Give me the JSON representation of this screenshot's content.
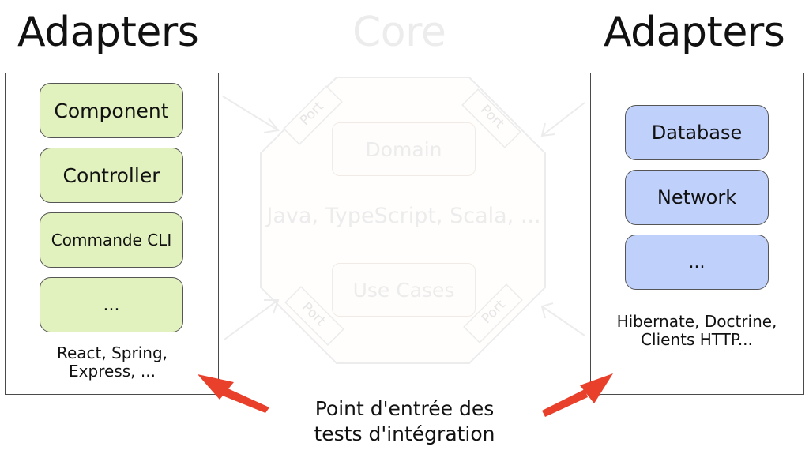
{
  "titles": {
    "left": "Adapters",
    "center": "Core",
    "right": "Adapters"
  },
  "left_adapters": {
    "items": [
      "Component",
      "Controller",
      "Commande CLI",
      "..."
    ],
    "caption_line1": "React, Spring,",
    "caption_line2": "Express, ..."
  },
  "right_adapters": {
    "items": [
      "Database",
      "Network",
      "..."
    ],
    "caption_line1": "Hibernate, Doctrine,",
    "caption_line2": "Clients HTTP..."
  },
  "core": {
    "domain": "Domain",
    "languages": "Java, TypeScript, Scala, ...",
    "use_cases": "Use Cases",
    "port_label": "Port"
  },
  "annotation": {
    "line1": "Point d'entrée des",
    "line2": "tests d'intégration"
  },
  "colors": {
    "adapter_left": "#e1f2bf",
    "adapter_right": "#bfd0fa",
    "arrow": "#e8402a"
  }
}
